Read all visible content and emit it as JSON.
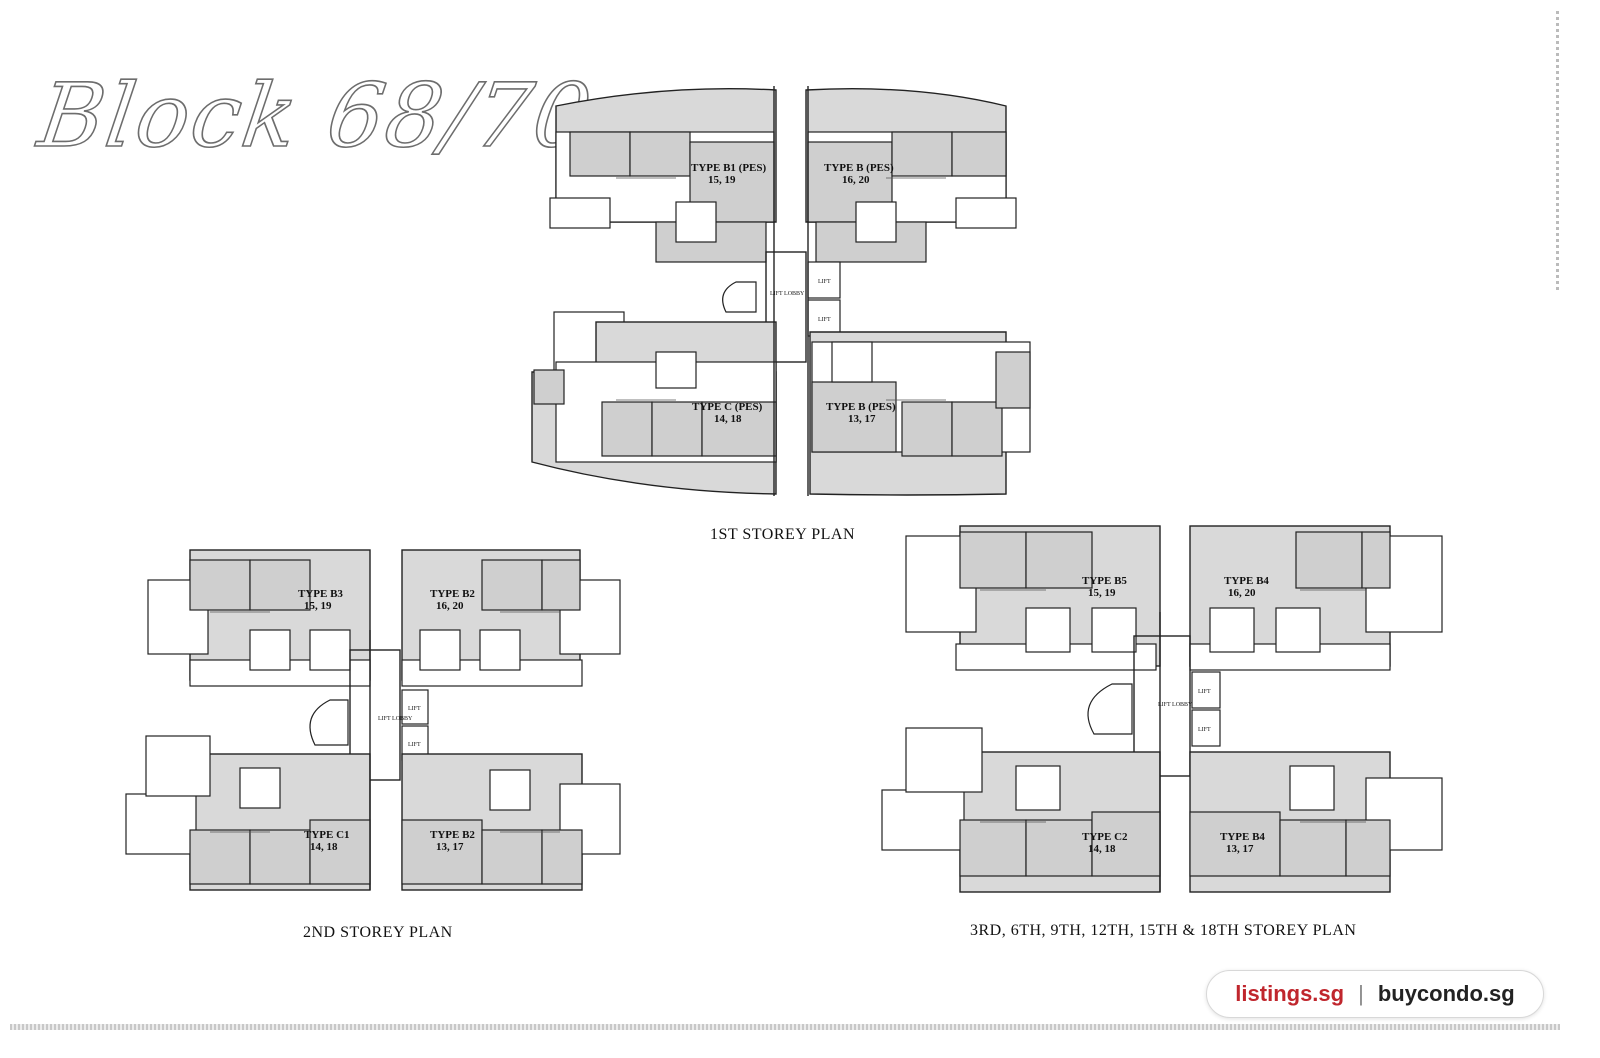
{
  "title": "Block 68/70",
  "plans": {
    "first": {
      "label": "1ST STOREY PLAN",
      "units": [
        {
          "type": "TYPE B1 (PES)",
          "nums": "15, 19"
        },
        {
          "type": "TYPE B (PES)",
          "nums": "16, 20"
        },
        {
          "type": "TYPE C (PES)",
          "nums": "14, 18"
        },
        {
          "type": "TYPE B (PES)",
          "nums": "13, 17"
        }
      ],
      "lift": "LIFT",
      "lift_lobby": "LIFT LOBBY"
    },
    "second": {
      "label": "2ND STOREY PLAN",
      "units": [
        {
          "type": "TYPE B3",
          "nums": "15, 19"
        },
        {
          "type": "TYPE B2",
          "nums": "16, 20"
        },
        {
          "type": "TYPE C1",
          "nums": "14, 18"
        },
        {
          "type": "TYPE B2",
          "nums": "13, 17"
        }
      ],
      "lift": "LIFT",
      "lift_lobby": "LIFT LOBBY"
    },
    "third": {
      "label": "3RD, 6TH, 9TH, 12TH, 15TH & 18TH STOREY PLAN",
      "units": [
        {
          "type": "TYPE B5",
          "nums": "15, 19"
        },
        {
          "type": "TYPE B4",
          "nums": "16, 20"
        },
        {
          "type": "TYPE C2",
          "nums": "14, 18"
        },
        {
          "type": "TYPE B4",
          "nums": "13, 17"
        }
      ],
      "lift": "LIFT",
      "lift_lobby": "LIFT LOBBY"
    }
  },
  "watermark": {
    "site1": "listings.sg",
    "separator": "|",
    "site2": "buycondo.sg"
  }
}
